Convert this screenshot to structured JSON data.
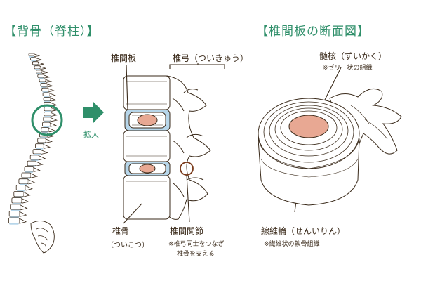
{
  "titles": {
    "spine": "【背骨（脊柱）】",
    "disc_section": "【椎間板の断面図】"
  },
  "zoom_label": "拡大",
  "labels": {
    "intervertebral_disc": "椎間板",
    "vertebral_arch": "椎弓（ついきゅう）",
    "vertebral_body": "椎骨",
    "vertebral_body_reading": "（ついこつ）",
    "facet_joint": "椎間関節",
    "facet_joint_note_1": "※椎弓同士をつなぎ",
    "facet_joint_note_2": "椎骨を支える",
    "nucleus": "髄核（ずいかく）",
    "nucleus_note": "※ゼリー状の組織",
    "annulus": "線維輪（せんいりん）",
    "annulus_note": "※繊維状の軟骨組織"
  },
  "colors": {
    "accent_green": "#2f8f6a",
    "disc_blue": "#b7d6ea",
    "nucleus_pink": "#e8a893",
    "outline": "#3a2a1a",
    "bone_fill": "#ffffff"
  }
}
